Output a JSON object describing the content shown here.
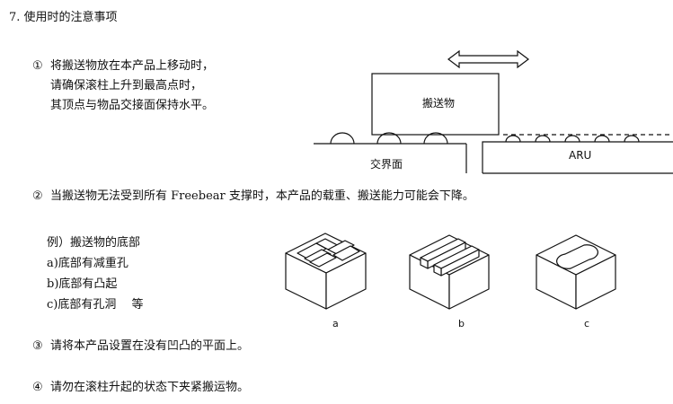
{
  "section": {
    "title": "7. 使用时的注意事项"
  },
  "items": [
    {
      "marker": "①",
      "lines": [
        "将搬送物放在本产品上移动时，",
        "请确保滚柱上升到最高点时，",
        "其顶点与物品交接面保持水平。"
      ]
    },
    {
      "marker": "②",
      "lines": [
        "当搬送物无法受到所有 Freebear 支撑时，本产品的载重、搬送能力可能会下降。"
      ],
      "example_lines": [
        "例）搬送物的底部",
        "a)底部有减重孔",
        "b)底部有凸起",
        "c)底部有孔洞　 等"
      ]
    },
    {
      "marker": "③",
      "lines": [
        "请将本产品设置在没有凹凸的平面上。"
      ]
    },
    {
      "marker": "④",
      "lines": [
        "请勿在滚柱升起的状态下夹紧搬运物。"
      ]
    }
  ],
  "diagram1": {
    "load_label": "搬送物",
    "interface_label": "交界面",
    "aru_label": "ARU"
  },
  "diagram2": {
    "captions": [
      "a",
      "b",
      "c"
    ]
  }
}
